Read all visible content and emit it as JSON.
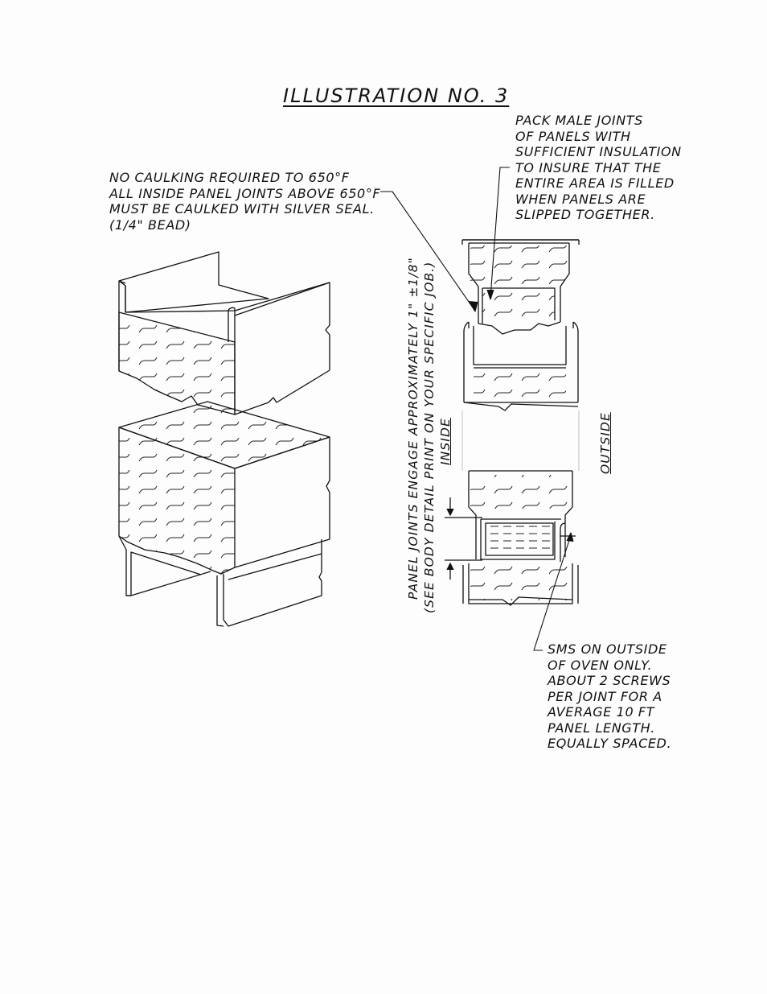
{
  "title": "ILLUSTRATION NO. 3",
  "notes": {
    "pack": [
      "PACK MALE JOINTS",
      "OF PANELS WITH",
      "SUFFICIENT INSULATION",
      "TO INSURE THAT THE",
      "ENTIRE AREA IS FILLED",
      "WHEN PANELS ARE",
      "SLIPPED TOGETHER."
    ],
    "caulk": [
      "NO CAULKING REQUIRED TO 650°F",
      "ALL INSIDE PANEL JOINTS ABOVE 650°F",
      "MUST BE CAULKED WITH SILVER SEAL.",
      "(1/4\" BEAD)"
    ],
    "sms": [
      "SMS ON OUTSIDE",
      "OF OVEN ONLY.",
      "ABOUT 2 SCREWS",
      "PER JOINT FOR A",
      "AVERAGE 10 FT",
      "PANEL LENGTH.",
      "EQUALLY SPACED."
    ],
    "engage_line1": "PANEL JOINTS ENGAGE APPROXIMATELY 1\"  ±1/8\"",
    "engage_line2": "(SEE BODY DETAIL PRINT ON YOUR SPECIFIC JOB.)"
  },
  "labels": {
    "inside": "INSIDE",
    "outside": "OUTSIDE"
  },
  "colors": {
    "ink": "#111111",
    "paper": "#fdfdfd"
  }
}
